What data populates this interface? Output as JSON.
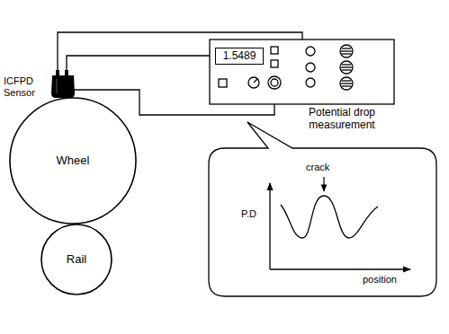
{
  "diagram": {
    "nodes": [
      {
        "text": [
          "Wheel"
        ]
      },
      {
        "text": [
          "Rail"
        ]
      },
      {
        "text": [
          "1.5489"
        ]
      }
    ],
    "labels": [
      "ICFPD Sensor",
      "Potential drop measurement",
      "crack",
      "P.D",
      "position"
    ]
  }
}
